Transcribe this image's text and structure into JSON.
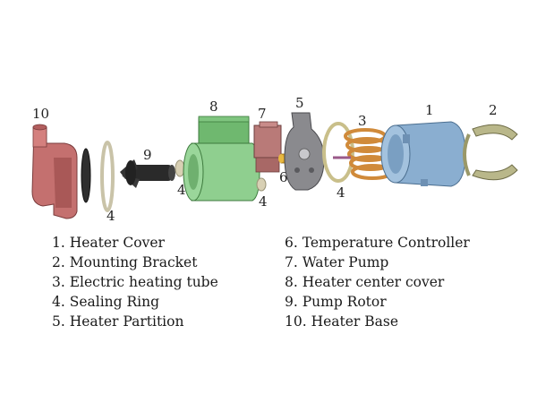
{
  "callouts": {
    "n10": "10",
    "n4a": "4",
    "n9": "9",
    "n4b": "4",
    "n8": "8",
    "n7": "7",
    "n4c": "4",
    "n6": "6",
    "n5": "5",
    "n3": "3",
    "n4d": "4",
    "n1": "1",
    "n2": "2"
  },
  "legend_left": [
    "1. Heater Cover",
    "2. Mounting Bracket",
    "3. Electric heating tube",
    "4. Sealing Ring",
    "5. Heater Partition"
  ],
  "legend_right": [
    "6. Temperature Controller",
    "7. Water Pump",
    "8. Heater center cover",
    "9. Pump Rotor",
    "10. Heater Base"
  ],
  "colors": {
    "heater_base": "#c4706f",
    "center_cover": "#8fcf8f",
    "heater_cover": "#8aaed0",
    "bracket": "#b9b78a",
    "partition": "#8a8a8e",
    "coil": "#d08a3a",
    "pump": "#b97a78"
  }
}
